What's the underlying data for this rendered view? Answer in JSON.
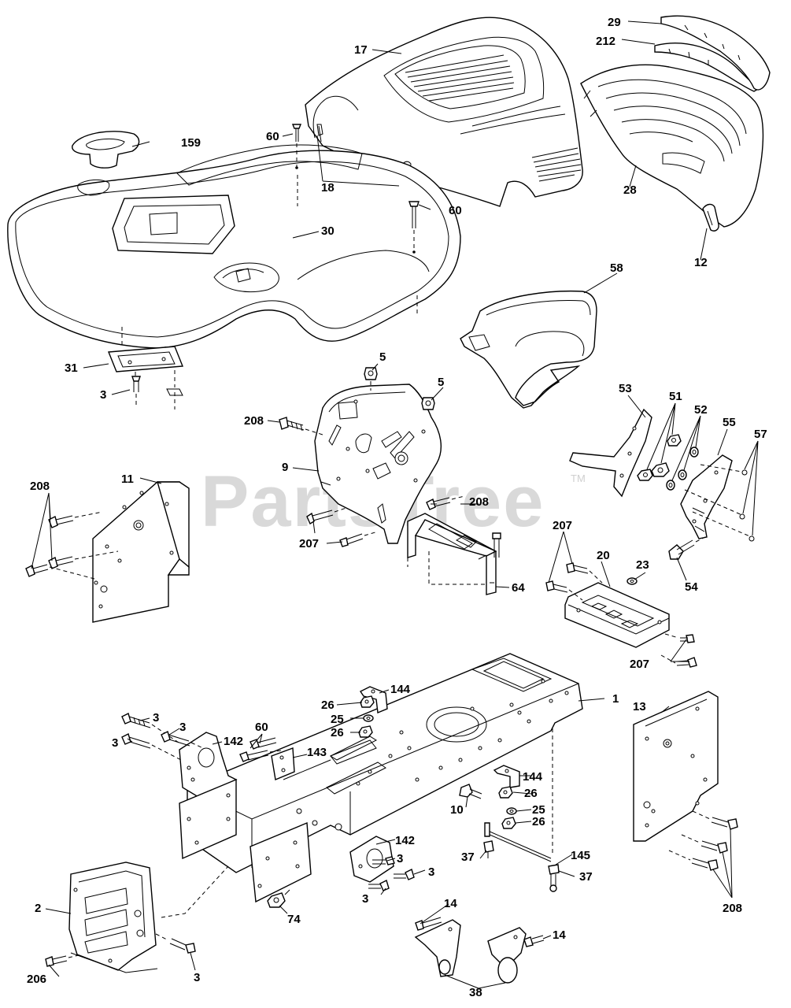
{
  "watermark": {
    "text": "PartsTree",
    "trademark": "TM"
  },
  "callouts": [
    {
      "id": "c17",
      "text": "17"
    },
    {
      "id": "c29",
      "text": "29"
    },
    {
      "id": "c212",
      "text": "212"
    },
    {
      "id": "c159",
      "text": "159"
    },
    {
      "id": "c60a",
      "text": "60"
    },
    {
      "id": "c18",
      "text": "18"
    },
    {
      "id": "c28",
      "text": "28"
    },
    {
      "id": "c60b",
      "text": "60"
    },
    {
      "id": "c30",
      "text": "30"
    },
    {
      "id": "c12",
      "text": "12"
    },
    {
      "id": "c58",
      "text": "58"
    },
    {
      "id": "c31",
      "text": "31"
    },
    {
      "id": "c3a",
      "text": "3"
    },
    {
      "id": "c5a",
      "text": "5"
    },
    {
      "id": "c5b",
      "text": "5"
    },
    {
      "id": "c53",
      "text": "53"
    },
    {
      "id": "c51",
      "text": "51"
    },
    {
      "id": "c52",
      "text": "52"
    },
    {
      "id": "c55",
      "text": "55"
    },
    {
      "id": "c57",
      "text": "57"
    },
    {
      "id": "c208a",
      "text": "208"
    },
    {
      "id": "c9",
      "text": "9"
    },
    {
      "id": "c208b",
      "text": "208"
    },
    {
      "id": "c11",
      "text": "11"
    },
    {
      "id": "c208c",
      "text": "208"
    },
    {
      "id": "c207a",
      "text": "207"
    },
    {
      "id": "c207b",
      "text": "207"
    },
    {
      "id": "c20",
      "text": "20"
    },
    {
      "id": "c23",
      "text": "23"
    },
    {
      "id": "c54",
      "text": "54"
    },
    {
      "id": "c64",
      "text": "64"
    },
    {
      "id": "c207c",
      "text": "207"
    },
    {
      "id": "c144a",
      "text": "144"
    },
    {
      "id": "c1",
      "text": "1"
    },
    {
      "id": "c13",
      "text": "13"
    },
    {
      "id": "c26a",
      "text": "26"
    },
    {
      "id": "c3b",
      "text": "3"
    },
    {
      "id": "c3c",
      "text": "3"
    },
    {
      "id": "c25a",
      "text": "25"
    },
    {
      "id": "c26b",
      "text": "26"
    },
    {
      "id": "c3d",
      "text": "3"
    },
    {
      "id": "c60c",
      "text": "60"
    },
    {
      "id": "c142a",
      "text": "142"
    },
    {
      "id": "c143",
      "text": "143"
    },
    {
      "id": "c144b",
      "text": "144"
    },
    {
      "id": "c26c",
      "text": "26"
    },
    {
      "id": "c10",
      "text": "10"
    },
    {
      "id": "c25b",
      "text": "25"
    },
    {
      "id": "c26d",
      "text": "26"
    },
    {
      "id": "c142b",
      "text": "142"
    },
    {
      "id": "c3e",
      "text": "3"
    },
    {
      "id": "c37a",
      "text": "37"
    },
    {
      "id": "c145",
      "text": "145"
    },
    {
      "id": "c3f",
      "text": "3"
    },
    {
      "id": "c37b",
      "text": "37"
    },
    {
      "id": "c3g",
      "text": "3"
    },
    {
      "id": "c208d",
      "text": "208"
    },
    {
      "id": "c74",
      "text": "74"
    },
    {
      "id": "c14a",
      "text": "14"
    },
    {
      "id": "c2",
      "text": "2"
    },
    {
      "id": "c14b",
      "text": "14"
    },
    {
      "id": "c206",
      "text": "206"
    },
    {
      "id": "c3h",
      "text": "3"
    },
    {
      "id": "c38",
      "text": "38"
    }
  ]
}
